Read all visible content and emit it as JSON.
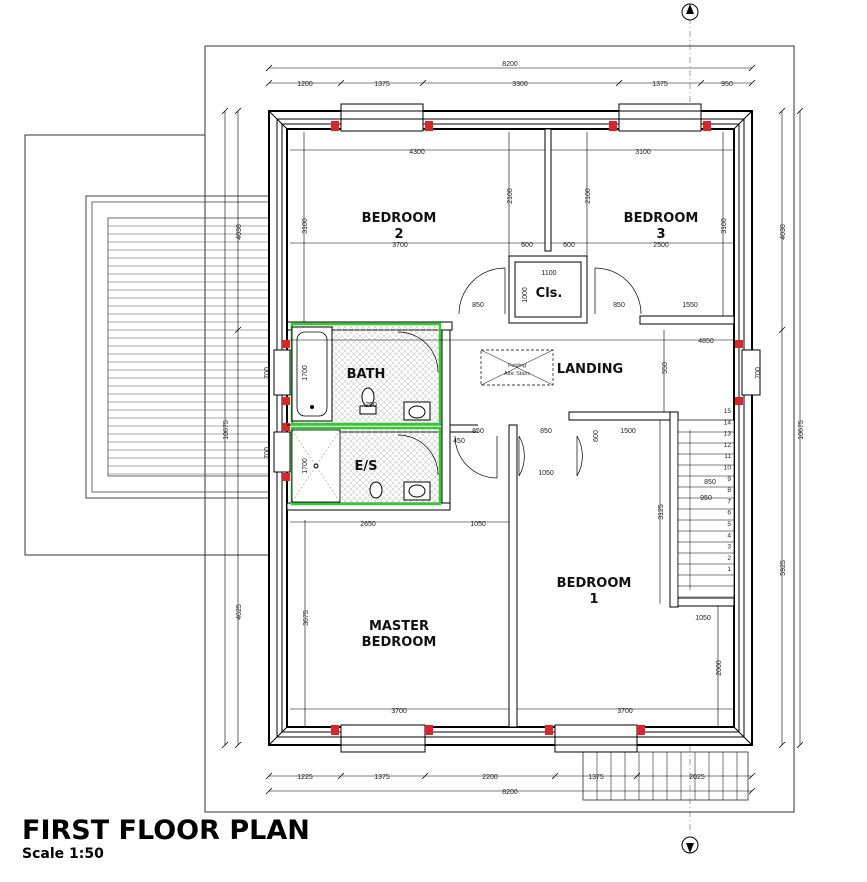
{
  "title": "FIRST FLOOR PLAN",
  "scale": "Scale 1:50",
  "rooms": {
    "bedroom2": [
      "BEDROOM",
      "2"
    ],
    "bedroom3": [
      "BEDROOM",
      "3"
    ],
    "cls": "Cls.",
    "bath": "BATH",
    "landing": "LANDING",
    "es": "E/S",
    "bedroom1": [
      "BEDROOM",
      "1"
    ],
    "master": [
      "MASTER",
      "BEDROOM"
    ]
  },
  "loft_hatch": [
    "Folding",
    "Attic Stairs"
  ],
  "dims": {
    "top_total": "8200",
    "top_segments": [
      "1200",
      "1375",
      "3300",
      "1375",
      "950"
    ],
    "b2_width": "4300",
    "b3_width": "3100",
    "b2_depth": "3100",
    "b3_depth": "3100",
    "b2_inner": "3700",
    "b3_inner": "2500",
    "w600a": "600",
    "w600b": "600",
    "h2100a": "2100",
    "h2100b": "2100",
    "cls_w": "1100",
    "cls_h": "1000",
    "d850a": "850",
    "d850b": "850",
    "w1550": "1550",
    "landing_w": "4850",
    "landing_h": "550",
    "d850c": "850",
    "d850d": "850",
    "w1500": "1500",
    "w1050a": "1050",
    "h600": "600",
    "bath_h": "1700",
    "bath_h2": "1700",
    "es_w": "1700",
    "w2650": "2650",
    "w1050b": "1050",
    "master_h": "3675",
    "master_w": "3700",
    "b1_w": "3700",
    "b1_h": "3125",
    "st850": "850",
    "st950": "950",
    "st1050": "1050",
    "st2000": "2000",
    "left_h1": "4030",
    "left_h2": "4625",
    "left_total": "10675",
    "right_h1": "4030",
    "right_h2": "5925",
    "right_total": "10675",
    "bot_total": "8200",
    "bot_segments": [
      "1225",
      "1375",
      "2200",
      "1375",
      "2025"
    ],
    "win700a": "700",
    "win700b": "700",
    "win700c": "700",
    "tiny1": "450",
    "tiny2": "250"
  },
  "stair_numbers": [
    "15",
    "14",
    "13",
    "12",
    "11",
    "10",
    "9",
    "8",
    "7",
    "6",
    "5",
    "4",
    "3",
    "2",
    "1"
  ]
}
